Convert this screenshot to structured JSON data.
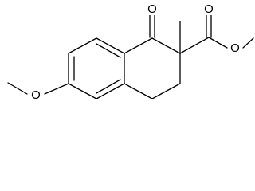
{
  "structure": {
    "atoms": {
      "ketone_oxygen": "O",
      "ester_carbonyl_oxygen": "O",
      "ester_ether_oxygen": "O",
      "methoxy_oxygen": "O"
    }
  },
  "colors": {
    "bond": "#000000",
    "label": "#000000",
    "background": "#ffffff"
  }
}
